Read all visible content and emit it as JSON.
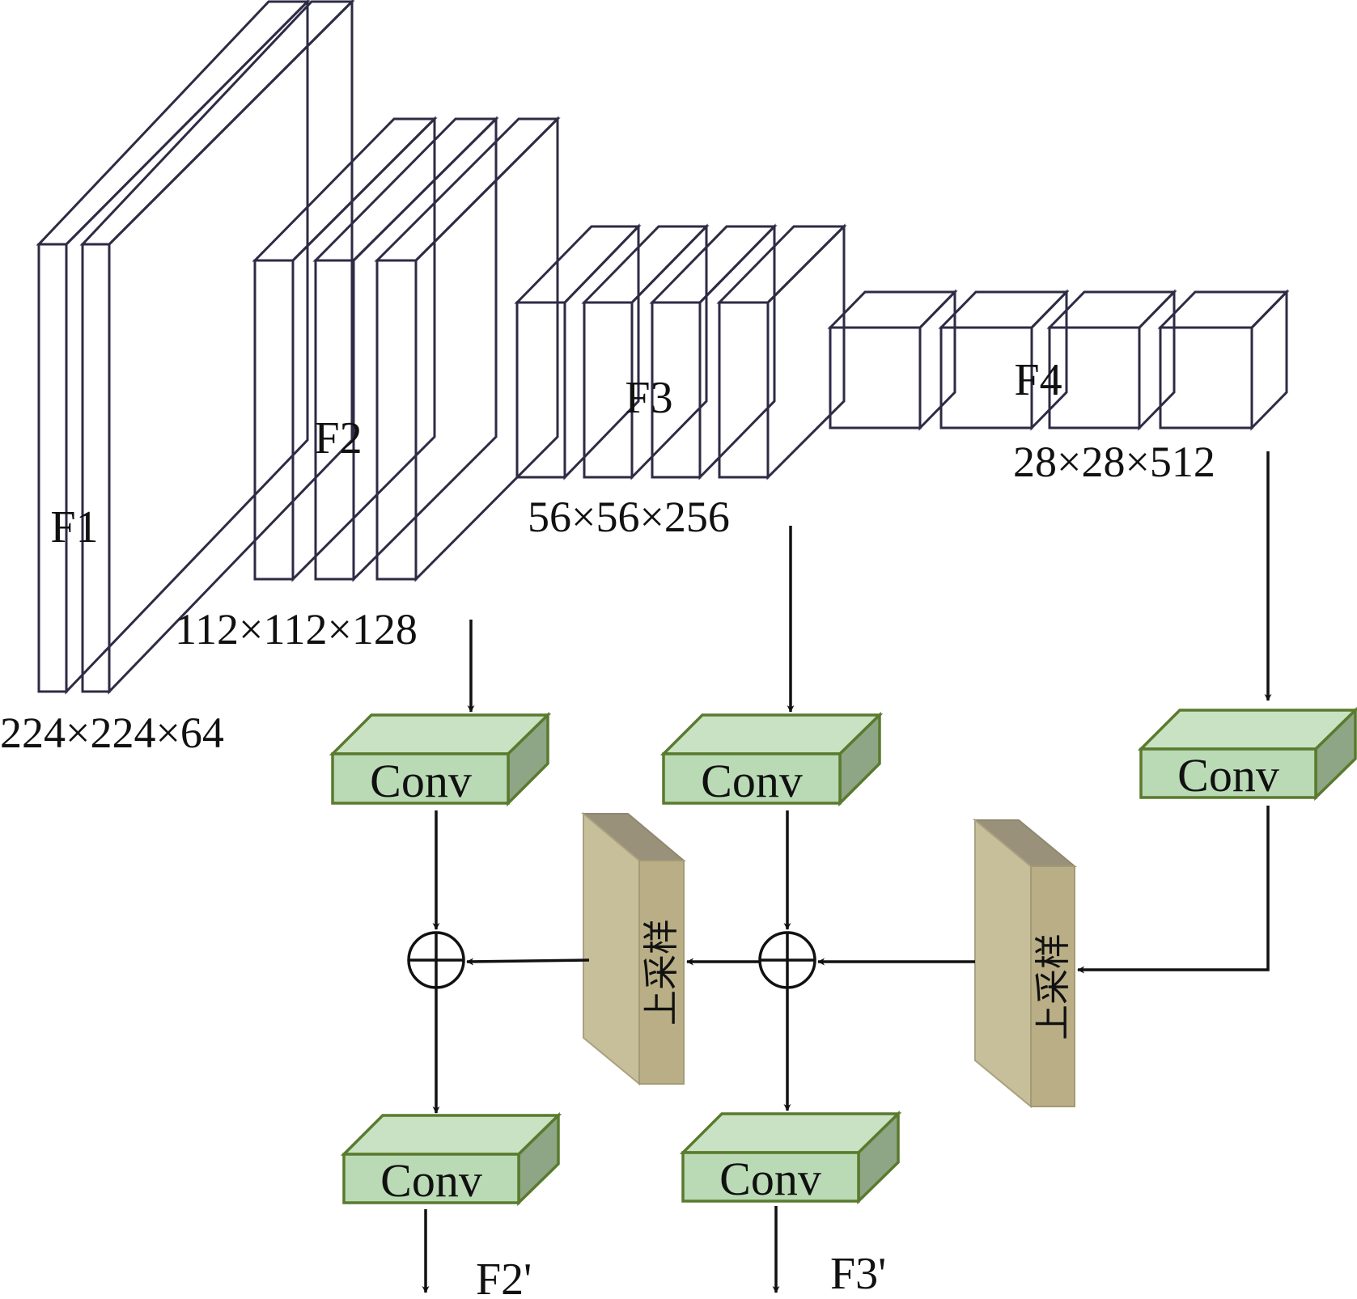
{
  "feature_labels": {
    "f1": "F1",
    "f2": "F2",
    "f3": "F3",
    "f4": "F4"
  },
  "dimensions": {
    "f1": "224×224×64",
    "f2": "112×112×128",
    "f3": "56×56×256",
    "f4": "28×28×512"
  },
  "conv_label": "Conv",
  "upsample_label": "上采样",
  "outputs": {
    "f2_prime": "F2'",
    "f3_prime": "F3'"
  },
  "colors": {
    "layer_front_top": "#a9b3d4",
    "layer_front_bottom": "#ffffff",
    "layer_side": "#8a8ea2",
    "layer_top": "#b3bbdc",
    "conv_front": "#b9dab5",
    "conv_top": "#c8e2c3",
    "conv_side": "#8ea685",
    "upsample_front": "#c7bf9a",
    "upsample_side": "#b9ae86",
    "upsample_top": "#9a917a",
    "arrow": "#111111"
  }
}
